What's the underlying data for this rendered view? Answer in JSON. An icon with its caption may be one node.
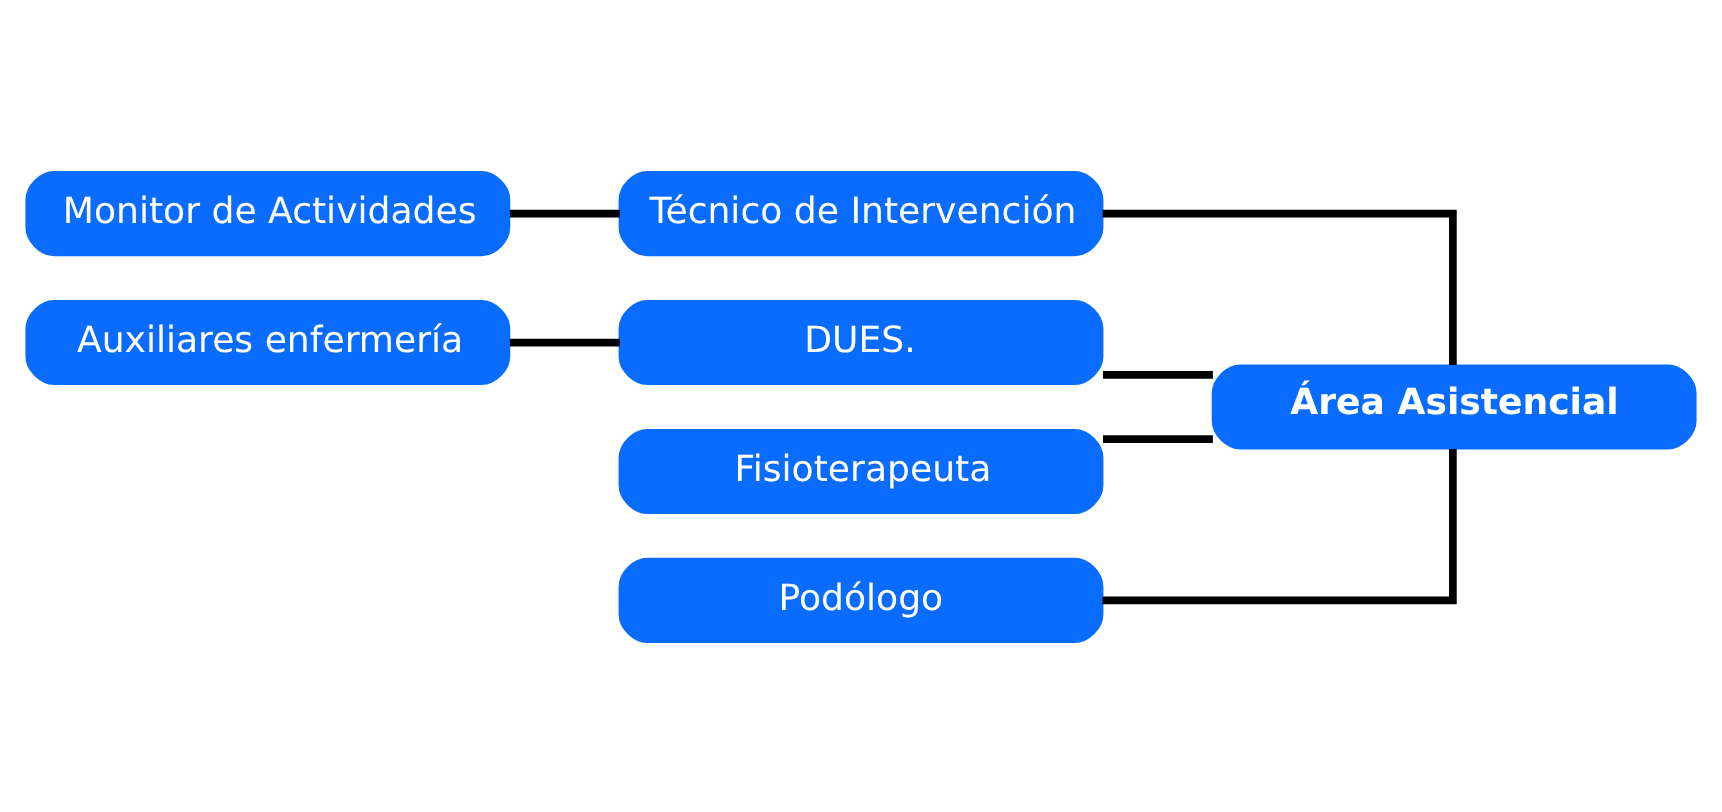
{
  "diagram": {
    "nodes": [
      {
        "text": [
          "Área Asistencial"
        ]
      },
      {
        "text": [
          "Técnico de Intervención"
        ]
      },
      {
        "text": [
          "Monitor de Actividades"
        ]
      },
      {
        "text": [
          "DUES."
        ]
      },
      {
        "text": [
          "Auxiliares enfermería"
        ]
      },
      {
        "text": [
          "Fisioterapeuta"
        ]
      },
      {
        "text": [
          "Podólogo"
        ]
      }
    ],
    "edges": [
      {
        "from": 0,
        "to": 1,
        "arrow": "none"
      },
      {
        "from": 1,
        "to": 2,
        "arrow": "none"
      },
      {
        "from": 0,
        "to": 3,
        "arrow": "none"
      },
      {
        "from": 3,
        "to": 4,
        "arrow": "none"
      },
      {
        "from": 0,
        "to": 5,
        "arrow": "none"
      },
      {
        "from": 0,
        "to": 6,
        "arrow": "none"
      }
    ]
  }
}
